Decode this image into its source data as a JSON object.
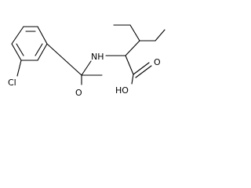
{
  "molecule": {
    "labels": {
      "chlorine": "Cl",
      "amine": "NH",
      "carbonyl_oxygen": "O",
      "acid_oxygen": "O",
      "hydroxyl": "HO"
    }
  },
  "colors": {
    "bond": "#000000",
    "background": "#ffffff"
  }
}
